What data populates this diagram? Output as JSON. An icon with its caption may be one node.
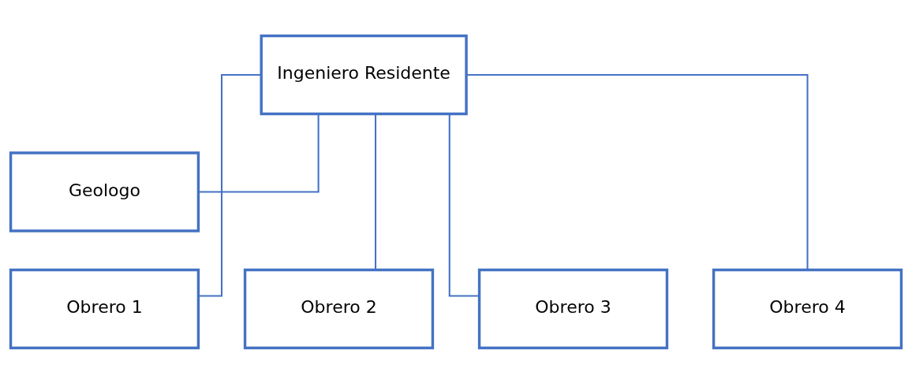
{
  "diagram": {
    "nodes": [
      {
        "text": [
          "Ingeniero Residente"
        ]
      },
      {
        "text": [
          "Geologo"
        ]
      },
      {
        "text": [
          "Obrero 1"
        ]
      },
      {
        "text": [
          "Obrero 2"
        ]
      },
      {
        "text": [
          "Obrero 3"
        ]
      },
      {
        "text": [
          "Obrero 4"
        ]
      }
    ],
    "edges": [
      {
        "from": 0,
        "to": 1,
        "arrow": "none"
      },
      {
        "from": 0,
        "to": 2,
        "arrow": "none"
      },
      {
        "from": 0,
        "to": 3,
        "arrow": "none"
      },
      {
        "from": 0,
        "to": 4,
        "arrow": "none"
      },
      {
        "from": 0,
        "to": 5,
        "arrow": "none"
      }
    ]
  }
}
